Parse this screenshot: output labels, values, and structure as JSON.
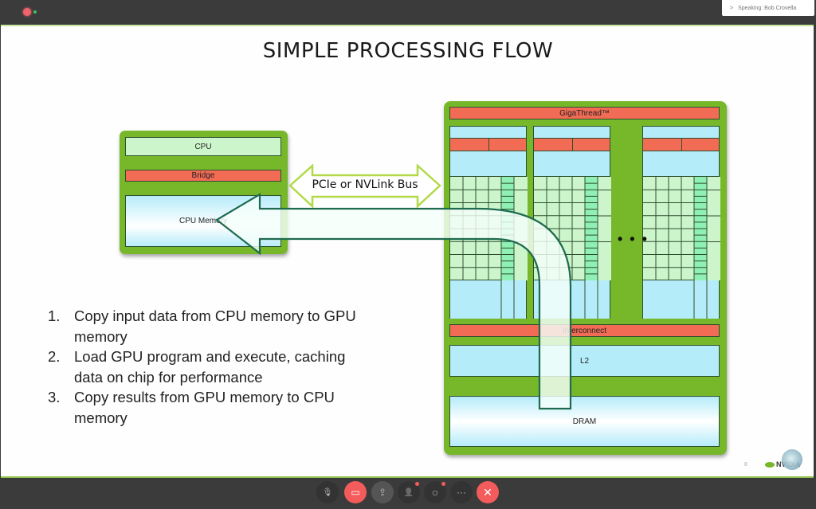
{
  "window": {
    "speaking_indicator": "Speaking: Bob Crovella",
    "speaking_chevron": ">"
  },
  "slide": {
    "title": "SIMPLE PROCESSING FLOW",
    "cpu_box": {
      "cpu_label": "CPU",
      "bridge_label": "Bridge",
      "memory_label": "CPU Memory"
    },
    "bus_label": "PCIe or NVLink Bus",
    "gpu_box": {
      "gigathread_label": "GigaThread™",
      "ellipsis": "• • •",
      "interconnect_label": "Interconnect",
      "l2_label": "L2",
      "dram_label": "DRAM"
    },
    "steps": [
      {
        "num": "1.",
        "text": "Copy input data from CPU memory to GPU memory"
      },
      {
        "num": "2.",
        "text": "Load GPU program and execute, caching data on chip for performance"
      },
      {
        "num": "3.",
        "text": "Copy results from GPU memory to CPU memory"
      }
    ],
    "page_number": "8",
    "logo_text": "NVIDIA"
  },
  "colors": {
    "nvidia_green": "#76b82a",
    "block_red": "#f26b55",
    "block_blue": "#b5ecfa",
    "block_mint": "#ccf5cc",
    "arrow_stroke": "#1f6b4f",
    "end_call_red": "#f45b5b"
  },
  "toolbar": {
    "buttons": [
      {
        "name": "mute-microphone",
        "icon": "🎙"
      },
      {
        "name": "stop-video",
        "icon": "▭"
      },
      {
        "name": "share-screen",
        "icon": "⇪"
      },
      {
        "name": "participants",
        "icon": "👤"
      },
      {
        "name": "chat",
        "icon": "○"
      },
      {
        "name": "more-options",
        "icon": "···"
      },
      {
        "name": "leave-meeting",
        "icon": "✕"
      }
    ]
  }
}
